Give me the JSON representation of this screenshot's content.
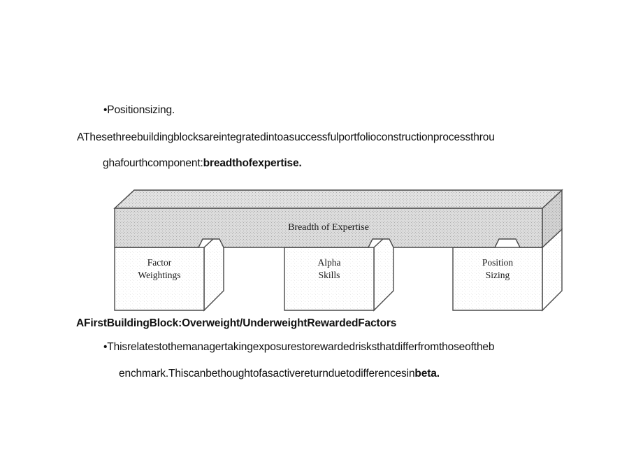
{
  "document": {
    "paragraphs": [
      {
        "id": "position-sizing",
        "text": "•Positionsizing.",
        "style": "bullet"
      },
      {
        "id": "integrated-line-1",
        "text": "AThesethreebuildingblocksareintegratedintoasuccessfulportfolioconstructionprocessthrou",
        "style": "body"
      },
      {
        "id": "integrated-line-2-plain",
        "text": "ghafourthcomponent:",
        "style": "body"
      },
      {
        "id": "integrated-line-2-bold",
        "text": "breadthofexpertise.",
        "style": "body-bold"
      },
      {
        "id": "first-building-block-heading",
        "text": "AFirstBuildingBlock:Overweight/UnderweightRewardedFactors",
        "style": "heading"
      },
      {
        "id": "relates-line-1",
        "text": "•Thisrelatestothemanagertakingexposurestorewardedrisksthatdifferfromthoseoftheb",
        "style": "bullet"
      },
      {
        "id": "relates-line-2-plain",
        "text": "enchmark.Thiscanbethoughtofasactivereturnduetodifferencesin",
        "style": "body"
      },
      {
        "id": "relates-line-2-bold",
        "text": "beta.",
        "style": "body-bold"
      }
    ]
  },
  "diagram": {
    "name": "breadth-of-expertise-building-blocks",
    "slab_label": "Breadth of Expertise",
    "blocks": [
      {
        "id": "factor-weightings",
        "line1": "Factor",
        "line2": "Weightings"
      },
      {
        "id": "alpha-skills",
        "line1": "Alpha",
        "line2": "Skills"
      },
      {
        "id": "position-sizing",
        "line1": "Position",
        "line2": "Sizing"
      }
    ],
    "colors": {
      "slab_fill": "#d4d4d4",
      "slab_top_fill": "#d9d9d9",
      "slab_side_fill": "#cfcfcf",
      "block_fill": "#ffffff",
      "stroke": "#4a4a4a",
      "text": "#1a1a1a"
    }
  }
}
